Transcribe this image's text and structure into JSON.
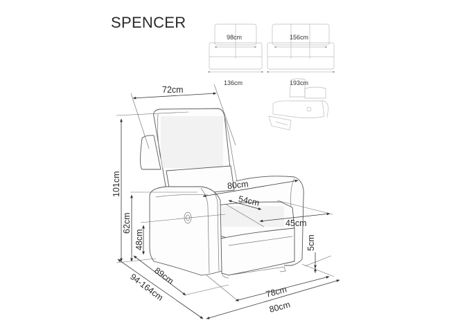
{
  "title": "SPENCER",
  "variants": {
    "two_seater": {
      "inner_width": "98cm",
      "outer_width": "136cm"
    },
    "three_seater": {
      "inner_width": "156cm",
      "outer_width": "193cm"
    },
    "reclined_thumbnail": "recliner-reclined-view"
  },
  "recliner": {
    "dimensions": {
      "backrest_width": "72cm",
      "total_height": "101cm",
      "armrest_height": "62cm",
      "seat_height": "48cm",
      "width_across_arms": "80cm",
      "seat_depth": "54cm",
      "seat_width": "45cm",
      "ground_clearance": "5cm",
      "depth": "89cm",
      "depth_reclined": "94-164cm",
      "base_width": "78cm",
      "overall_width": "80cm"
    }
  },
  "colors": {
    "line": "#333333",
    "text": "#2a2a2a",
    "background": "#ffffff"
  }
}
